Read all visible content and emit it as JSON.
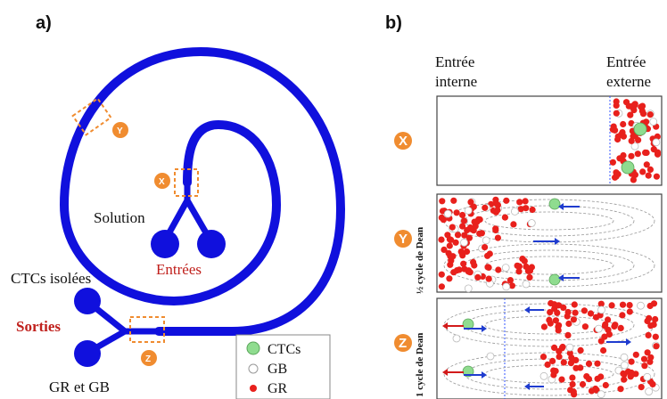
{
  "panels": {
    "a": "a)",
    "b": "b)"
  },
  "panel_a": {
    "solution": "Solution",
    "entrees": "Entrées",
    "ctcs_isolees": "CTCs isolées",
    "sorties": "Sorties",
    "gr_gb": "GR et GB",
    "markers": [
      "X",
      "Y",
      "Z"
    ]
  },
  "panel_b": {
    "entree_interne_1": "Entrée",
    "entree_interne_2": "interne",
    "entree_externe_1": "Entrée",
    "entree_externe_2": "externe",
    "row_y_label": "½ cycle de Dean",
    "row_z_label": "1 cycle de Dean",
    "markers": [
      "X",
      "Y",
      "Z"
    ]
  },
  "legend": {
    "ctcs": "CTCs",
    "gb": "GB",
    "gr": "GR"
  },
  "colors": {
    "channel": "#1010dd",
    "marker": "#f08c30",
    "rbc": "#e8201c",
    "ctc": "#8fdc8f",
    "label_red": "#c0201c"
  }
}
